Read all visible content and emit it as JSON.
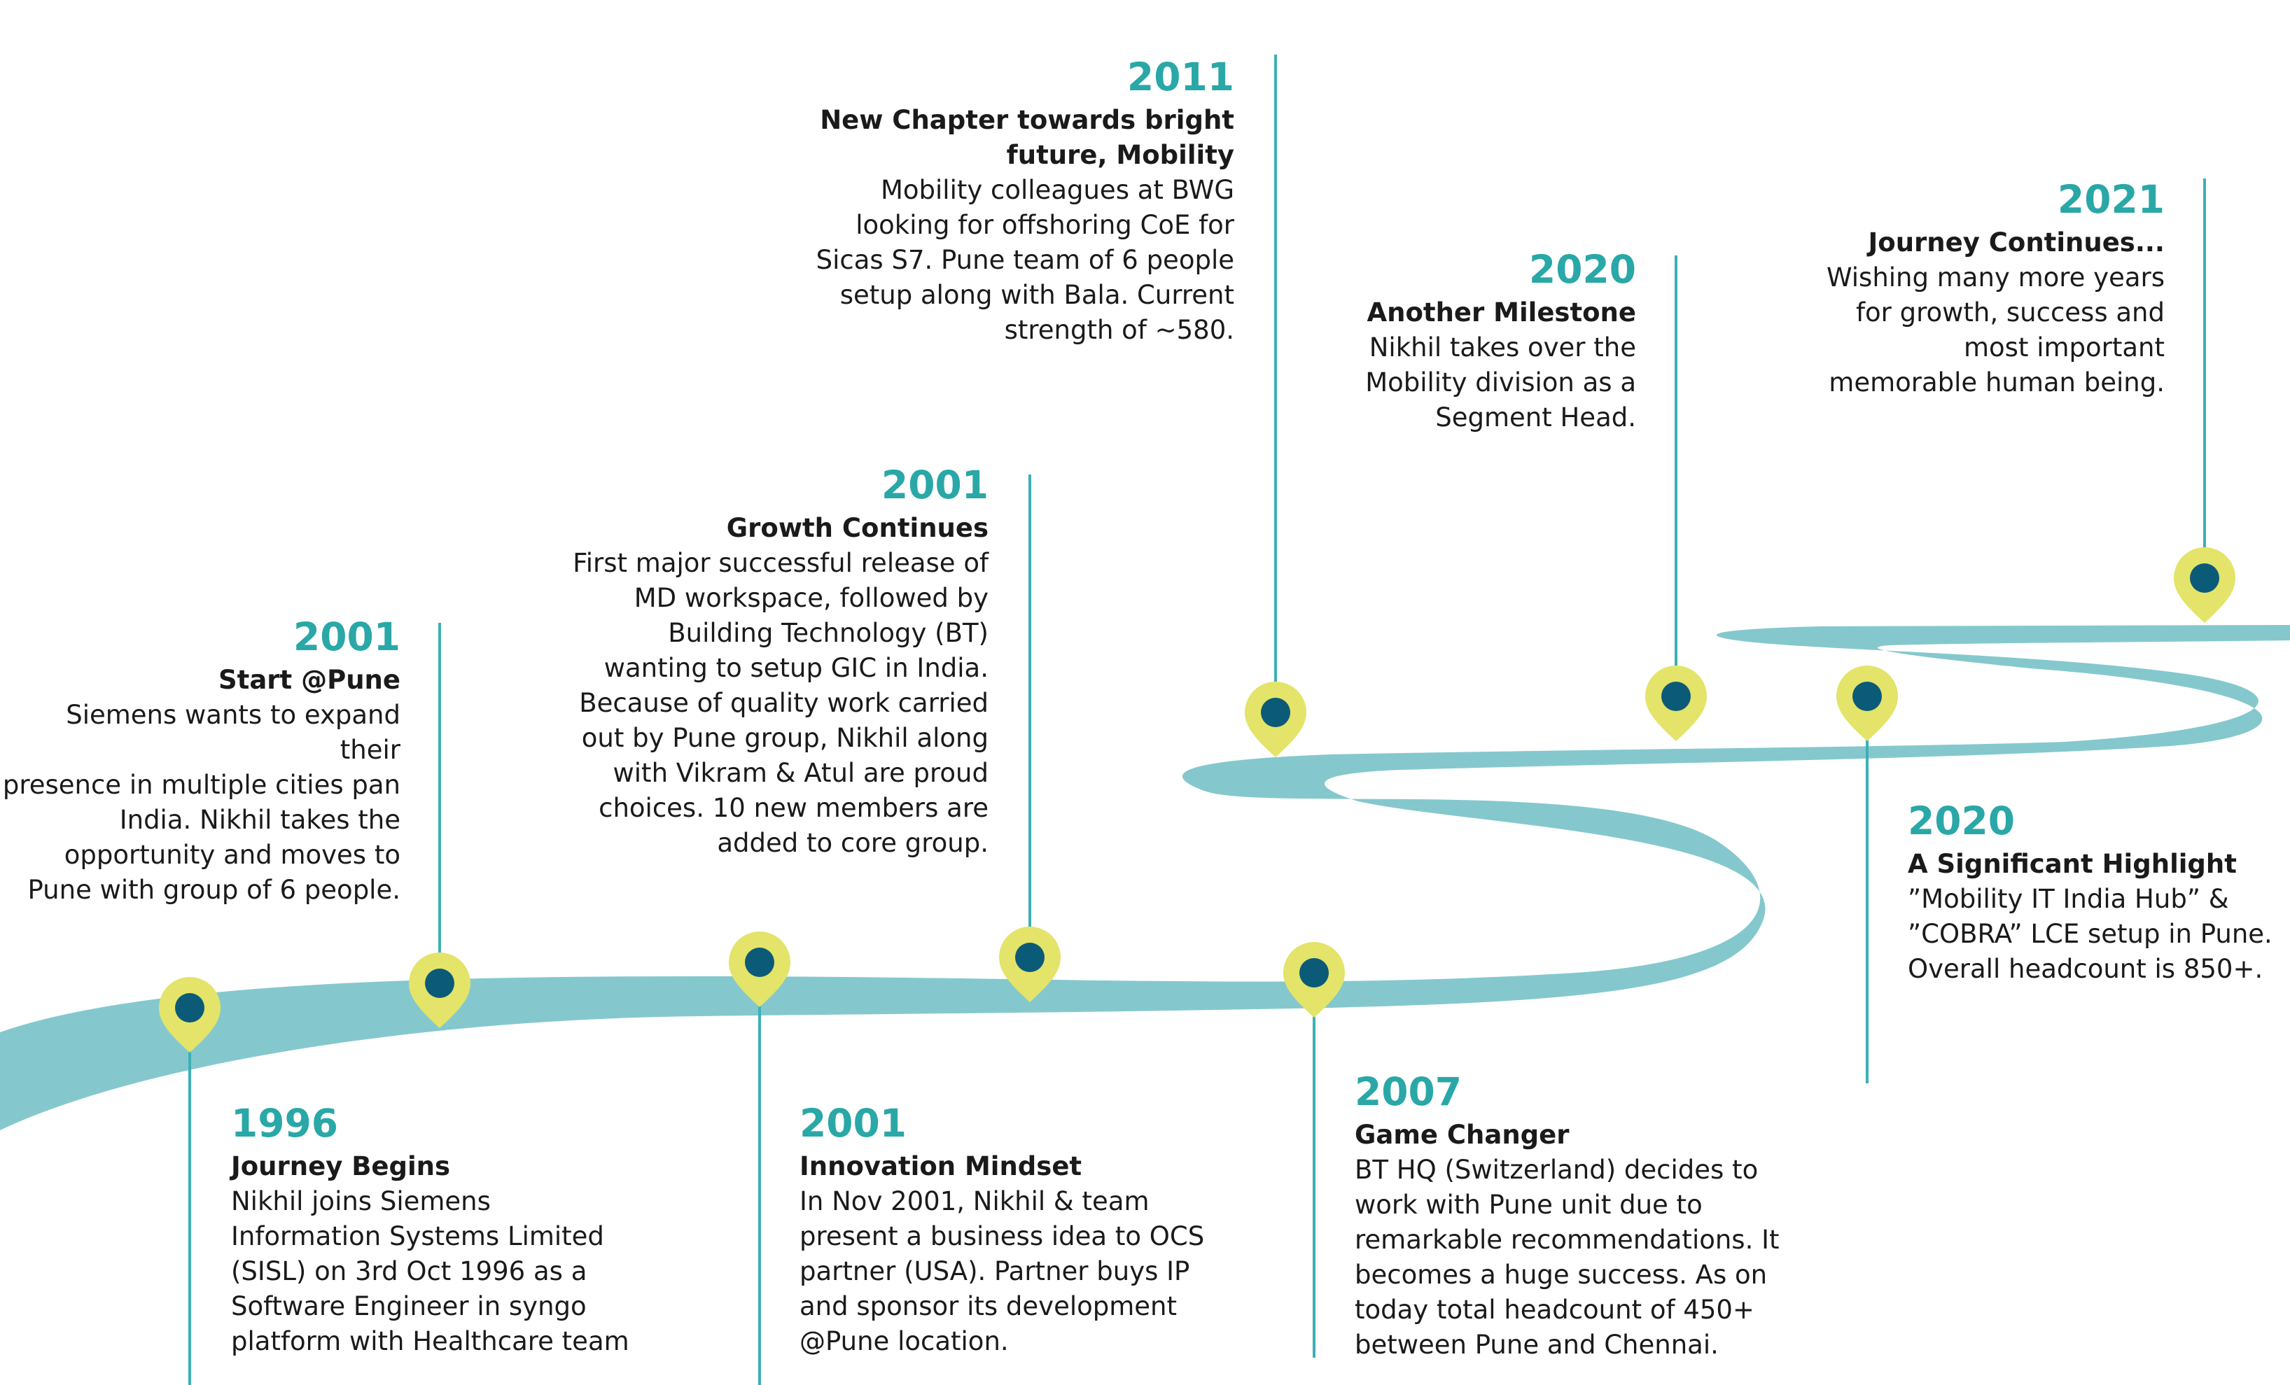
{
  "colors": {
    "road": "#84c8cd",
    "accent": "#2aa7a7",
    "stem": "#3db0b4",
    "pin_outer": "#e3e469",
    "pin_inner": "#0b5a78",
    "text": "#1a1a1a"
  },
  "milestones": [
    {
      "id": "m1996",
      "year": "1996",
      "heading": "Journey Begins",
      "body": "Nikhil joins Siemens\nInformation Systems Limited\n(SISL) on 3rd Oct 1996 as a\nSoftware Engineer in syngo\nplatform with Healthcare team"
    },
    {
      "id": "m2001-start",
      "year": "2001",
      "heading": "Start @Pune",
      "body": "Siemens wants to expand their\npresence in multiple cities pan\nIndia. Nikhil takes  the\nopportunity and  moves to\nPune with group of 6 people."
    },
    {
      "id": "m2001-innovation",
      "year": "2001",
      "heading": "Innovation Mindset",
      "body": "In Nov 2001, Nikhil & team\npresent a business idea to OCS\npartner (USA). Partner buys  IP\nand sponsor its development\n@Pune location."
    },
    {
      "id": "m2001-growth",
      "year": "2001",
      "heading": "Growth Continues",
      "body": "First major successful release of\nMD workspace, followed by\nBuilding Technology (BT)\nwanting to setup GIC in India.\nBecause of quality work carried\nout by Pune group, Nikhil along\nwith Vikram & Atul are proud\nchoices. 10 new members are\nadded to core group."
    },
    {
      "id": "m2007",
      "year": "2007",
      "heading": "Game Changer",
      "body": "BT HQ (Switzerland) decides to\nwork with Pune unit due to\nremarkable recommendations. It\nbecomes a  huge success. As on\ntoday total headcount of 450+\nbetween Pune and Chennai."
    },
    {
      "id": "m2011",
      "year": "2011",
      "heading": "New Chapter towards bright\nfuture, Mobility",
      "body": "Mobility colleagues at BWG\nlooking for offshoring CoE for\nSicas S7. Pune team of 6 people\nsetup along with Bala. Current\nstrength of ~580."
    },
    {
      "id": "m2020-milestone",
      "year": "2020",
      "heading": "Another Milestone",
      "body": "Nikhil takes over the\nMobility division as a\nSegment Head."
    },
    {
      "id": "m2020-highlight",
      "year": "2020",
      "heading": "A Significant Highlight",
      "body": "”Mobility IT India Hub” &\n”COBRA” LCE setup in Pune.\nOverall headcount is 850+."
    },
    {
      "id": "m2021",
      "year": "2021",
      "heading": "Journey Continues...",
      "body": "Wishing many more years\nfor growth, success and\nmost important\nmemorable human being."
    }
  ]
}
